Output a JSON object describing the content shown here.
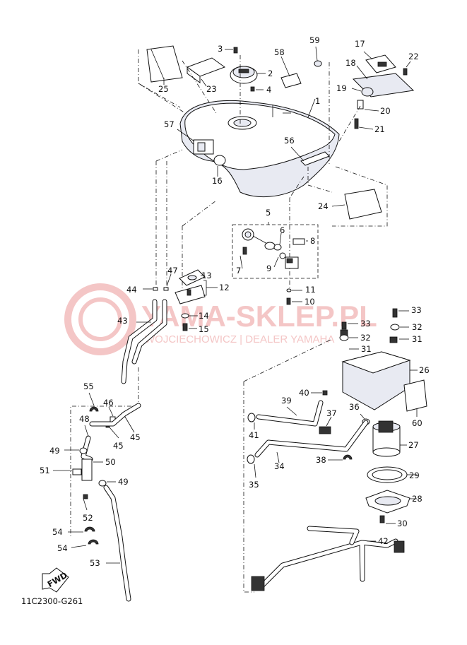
{
  "watermark": {
    "brand": "YAMA-SKLEP.PL",
    "tagline": "WOJCIECHOWICZ | DEALER YAMAHA"
  },
  "diagram_code": "11C2300-G261",
  "fwd_label": "FWD",
  "callouts": {
    "c1": "1",
    "c2": "2",
    "c3": "3",
    "c4": "4",
    "c5": "5",
    "c6": "6",
    "c7": "7",
    "c8": "8",
    "c9": "9",
    "c10": "10",
    "c11": "11",
    "c12": "12",
    "c13": "13",
    "c14": "14",
    "c15": "15",
    "c16": "16",
    "c17": "17",
    "c18": "18",
    "c19": "19",
    "c20": "20",
    "c21": "21",
    "c22": "22",
    "c23": "23",
    "c24": "24",
    "c25": "25",
    "c26": "26",
    "c27": "27",
    "c28": "28",
    "c29": "29",
    "c30": "30",
    "c31a": "31",
    "c31b": "31",
    "c32a": "32",
    "c32b": "32",
    "c33a": "33",
    "c33b": "33",
    "c34": "34",
    "c35": "35",
    "c36": "36",
    "c37": "37",
    "c38": "38",
    "c39": "39",
    "c40": "40",
    "c41": "41",
    "c42": "42",
    "c43": "43",
    "c44": "44",
    "c45a": "45",
    "c45b": "45",
    "c46": "46",
    "c47": "47",
    "c48": "48",
    "c49a": "49",
    "c49b": "49",
    "c50": "50",
    "c51": "51",
    "c52": "52",
    "c53": "53",
    "c54a": "54",
    "c54b": "54",
    "c55": "55",
    "c56": "56",
    "c57": "57",
    "c58": "58",
    "c59": "59",
    "c60": "60"
  }
}
